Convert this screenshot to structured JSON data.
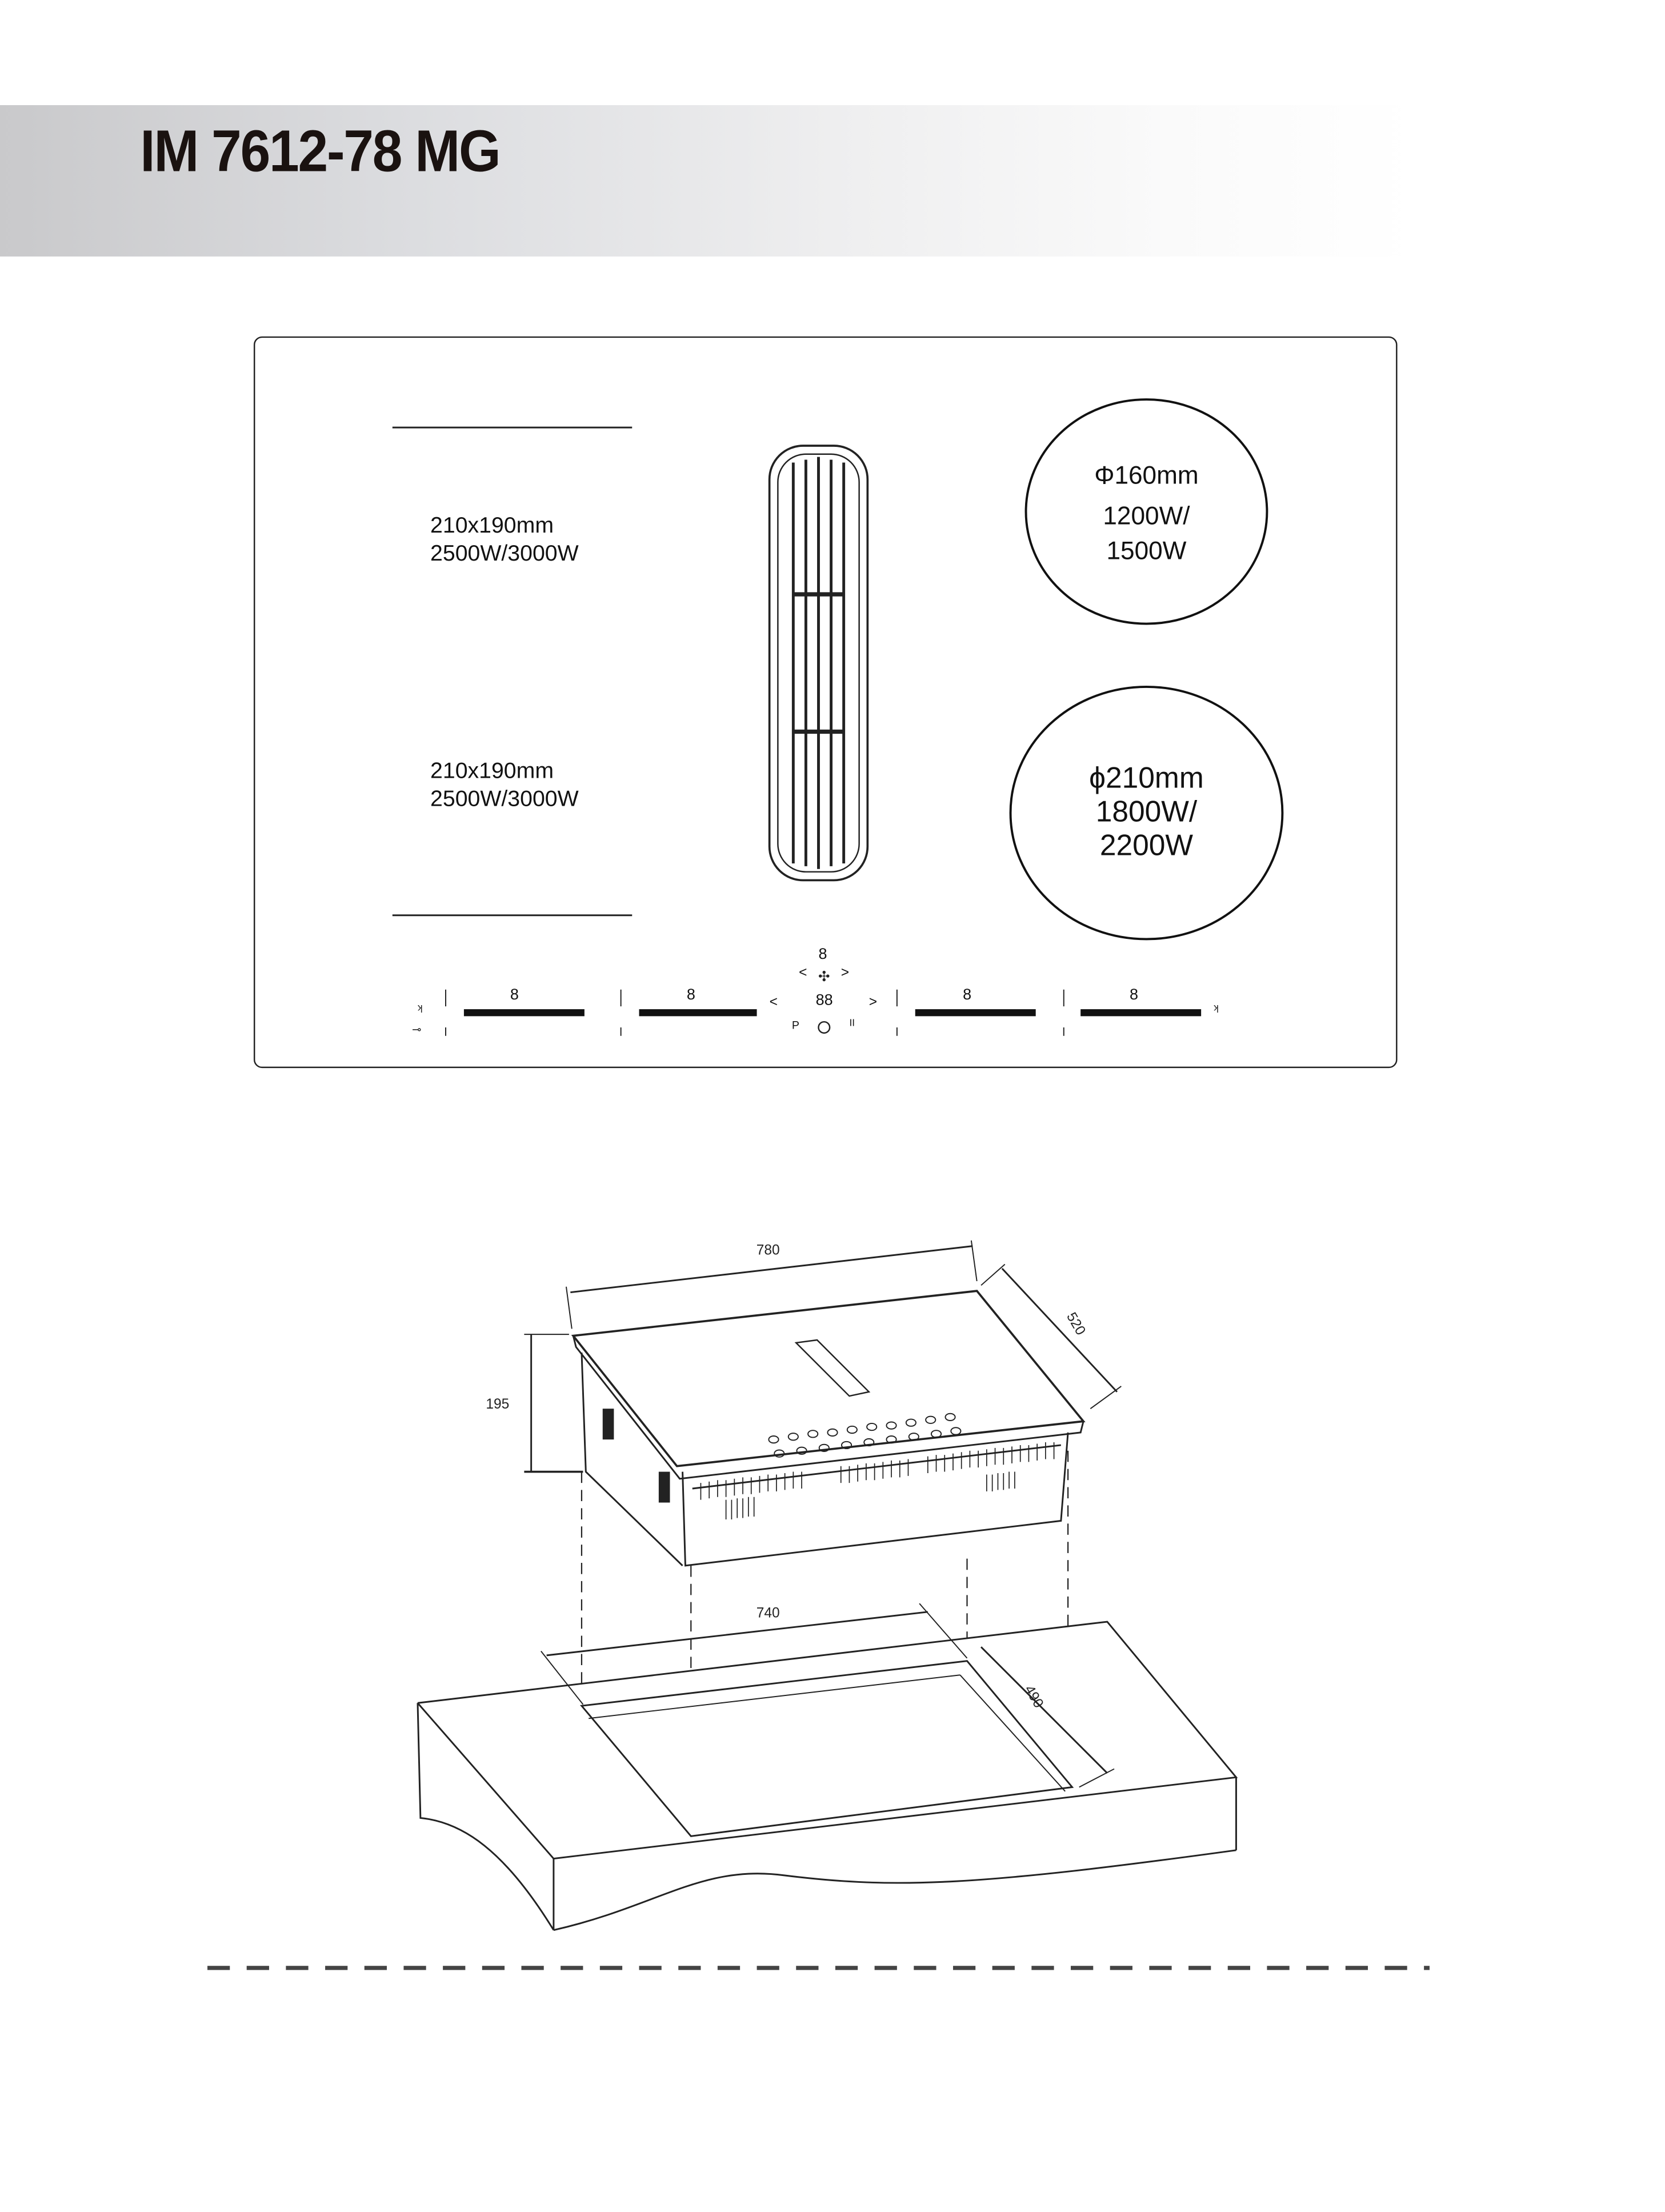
{
  "header": {
    "title": "IM 7612-78 MG"
  },
  "hob_top_view": {
    "zones": [
      {
        "size": "210x190mm",
        "power": "2500W/3000W"
      },
      {
        "size": "210x190mm",
        "power": "2500W/3000W"
      },
      {
        "size": "Φ160mm",
        "power_line1": "1200W/",
        "power_line2": "1500W"
      },
      {
        "size": "ϕ210mm",
        "power_line1": "1800W/",
        "power_line2": "2200W"
      }
    ],
    "controls": {
      "zone_displays": [
        "8",
        "8",
        "8",
        "8"
      ],
      "hood_display": "8",
      "timer_display": "88",
      "prev_label": "<",
      "next_label": ">",
      "pause_label": "P",
      "stop_label": "II"
    }
  },
  "installation": {
    "width": "780",
    "depth": "520",
    "height": "195",
    "cutout_width": "740",
    "cutout_depth": "490"
  }
}
